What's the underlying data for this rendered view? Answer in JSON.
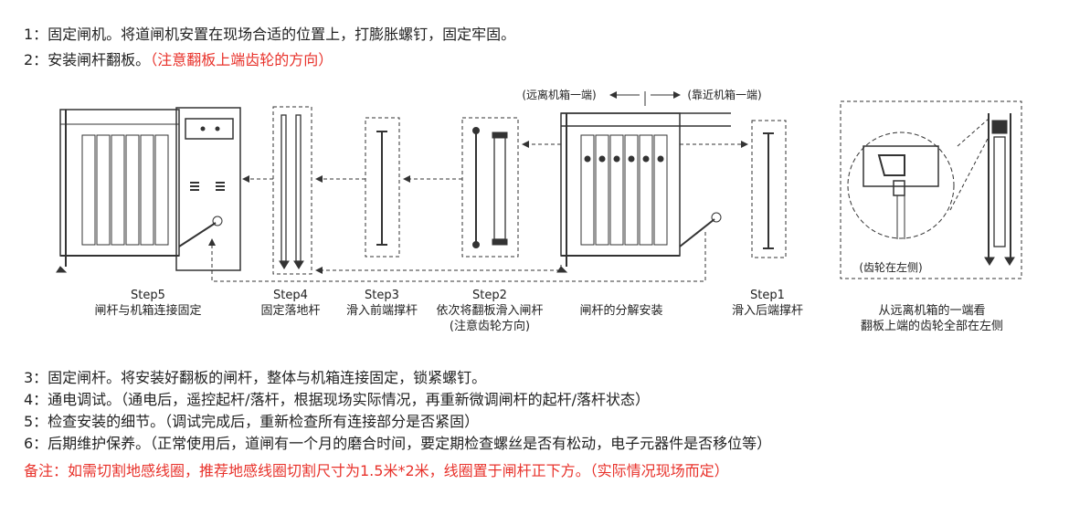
{
  "steps_top": [
    {
      "text": "1：固定闸机。将道闸机安置在现场合适的位置上，打膨胀螺钉，固定牢固。"
    },
    {
      "text": "2：安装闸杆翻板。",
      "note": "（注意翻板上端齿轮的方向）"
    }
  ],
  "diagram": {
    "direction_left": "(远离机箱一端)",
    "direction_right": "(靠近机箱一端)",
    "gear_label": "(齿轮在左侧)",
    "captions": [
      {
        "step": "Step5",
        "desc": "闸杆与机箱连接固定"
      },
      {
        "step": "Step4",
        "desc": "固定落地杆"
      },
      {
        "step": "Step3",
        "desc": "滑入前端撑杆"
      },
      {
        "step": "Step2",
        "desc": "依次将翻板滑入闸杆",
        "desc2": "(注意齿轮方向)"
      },
      {
        "step": "",
        "desc": "闸杆的分解安装"
      },
      {
        "step": "Step1",
        "desc": "滑入后端撑杆"
      },
      {
        "step": "",
        "desc": "从远离机箱的一端看",
        "desc2": "翻板上端的齿轮全部在左侧"
      }
    ]
  },
  "steps_bottom": [
    {
      "text": "3：固定闸杆。将安装好翻板的闸杆，整体与机箱连接固定，锁紧螺钉。"
    },
    {
      "text": "4：通电调试。（通电后，遥控起杆/落杆，根据现场实际情况，再重新微调闸杆的起杆/落杆状态）"
    },
    {
      "text": "5：检查安装的细节。（调试完成后，重新检查所有连接部分是否紧固）"
    },
    {
      "text": "6：后期维护保养。（正常使用后，道闸有一个月的磨合时间，要定期检查螺丝是否有松动，电子元器件是否移位等）"
    }
  ],
  "remark": "备注：如需切割地感线圈，推荐地感线圈切割尺寸为1.5米*2米，线圈置于闸杆正下方。（实际情况现场而定）",
  "colors": {
    "accent": "#e8322b",
    "line": "#333333"
  }
}
